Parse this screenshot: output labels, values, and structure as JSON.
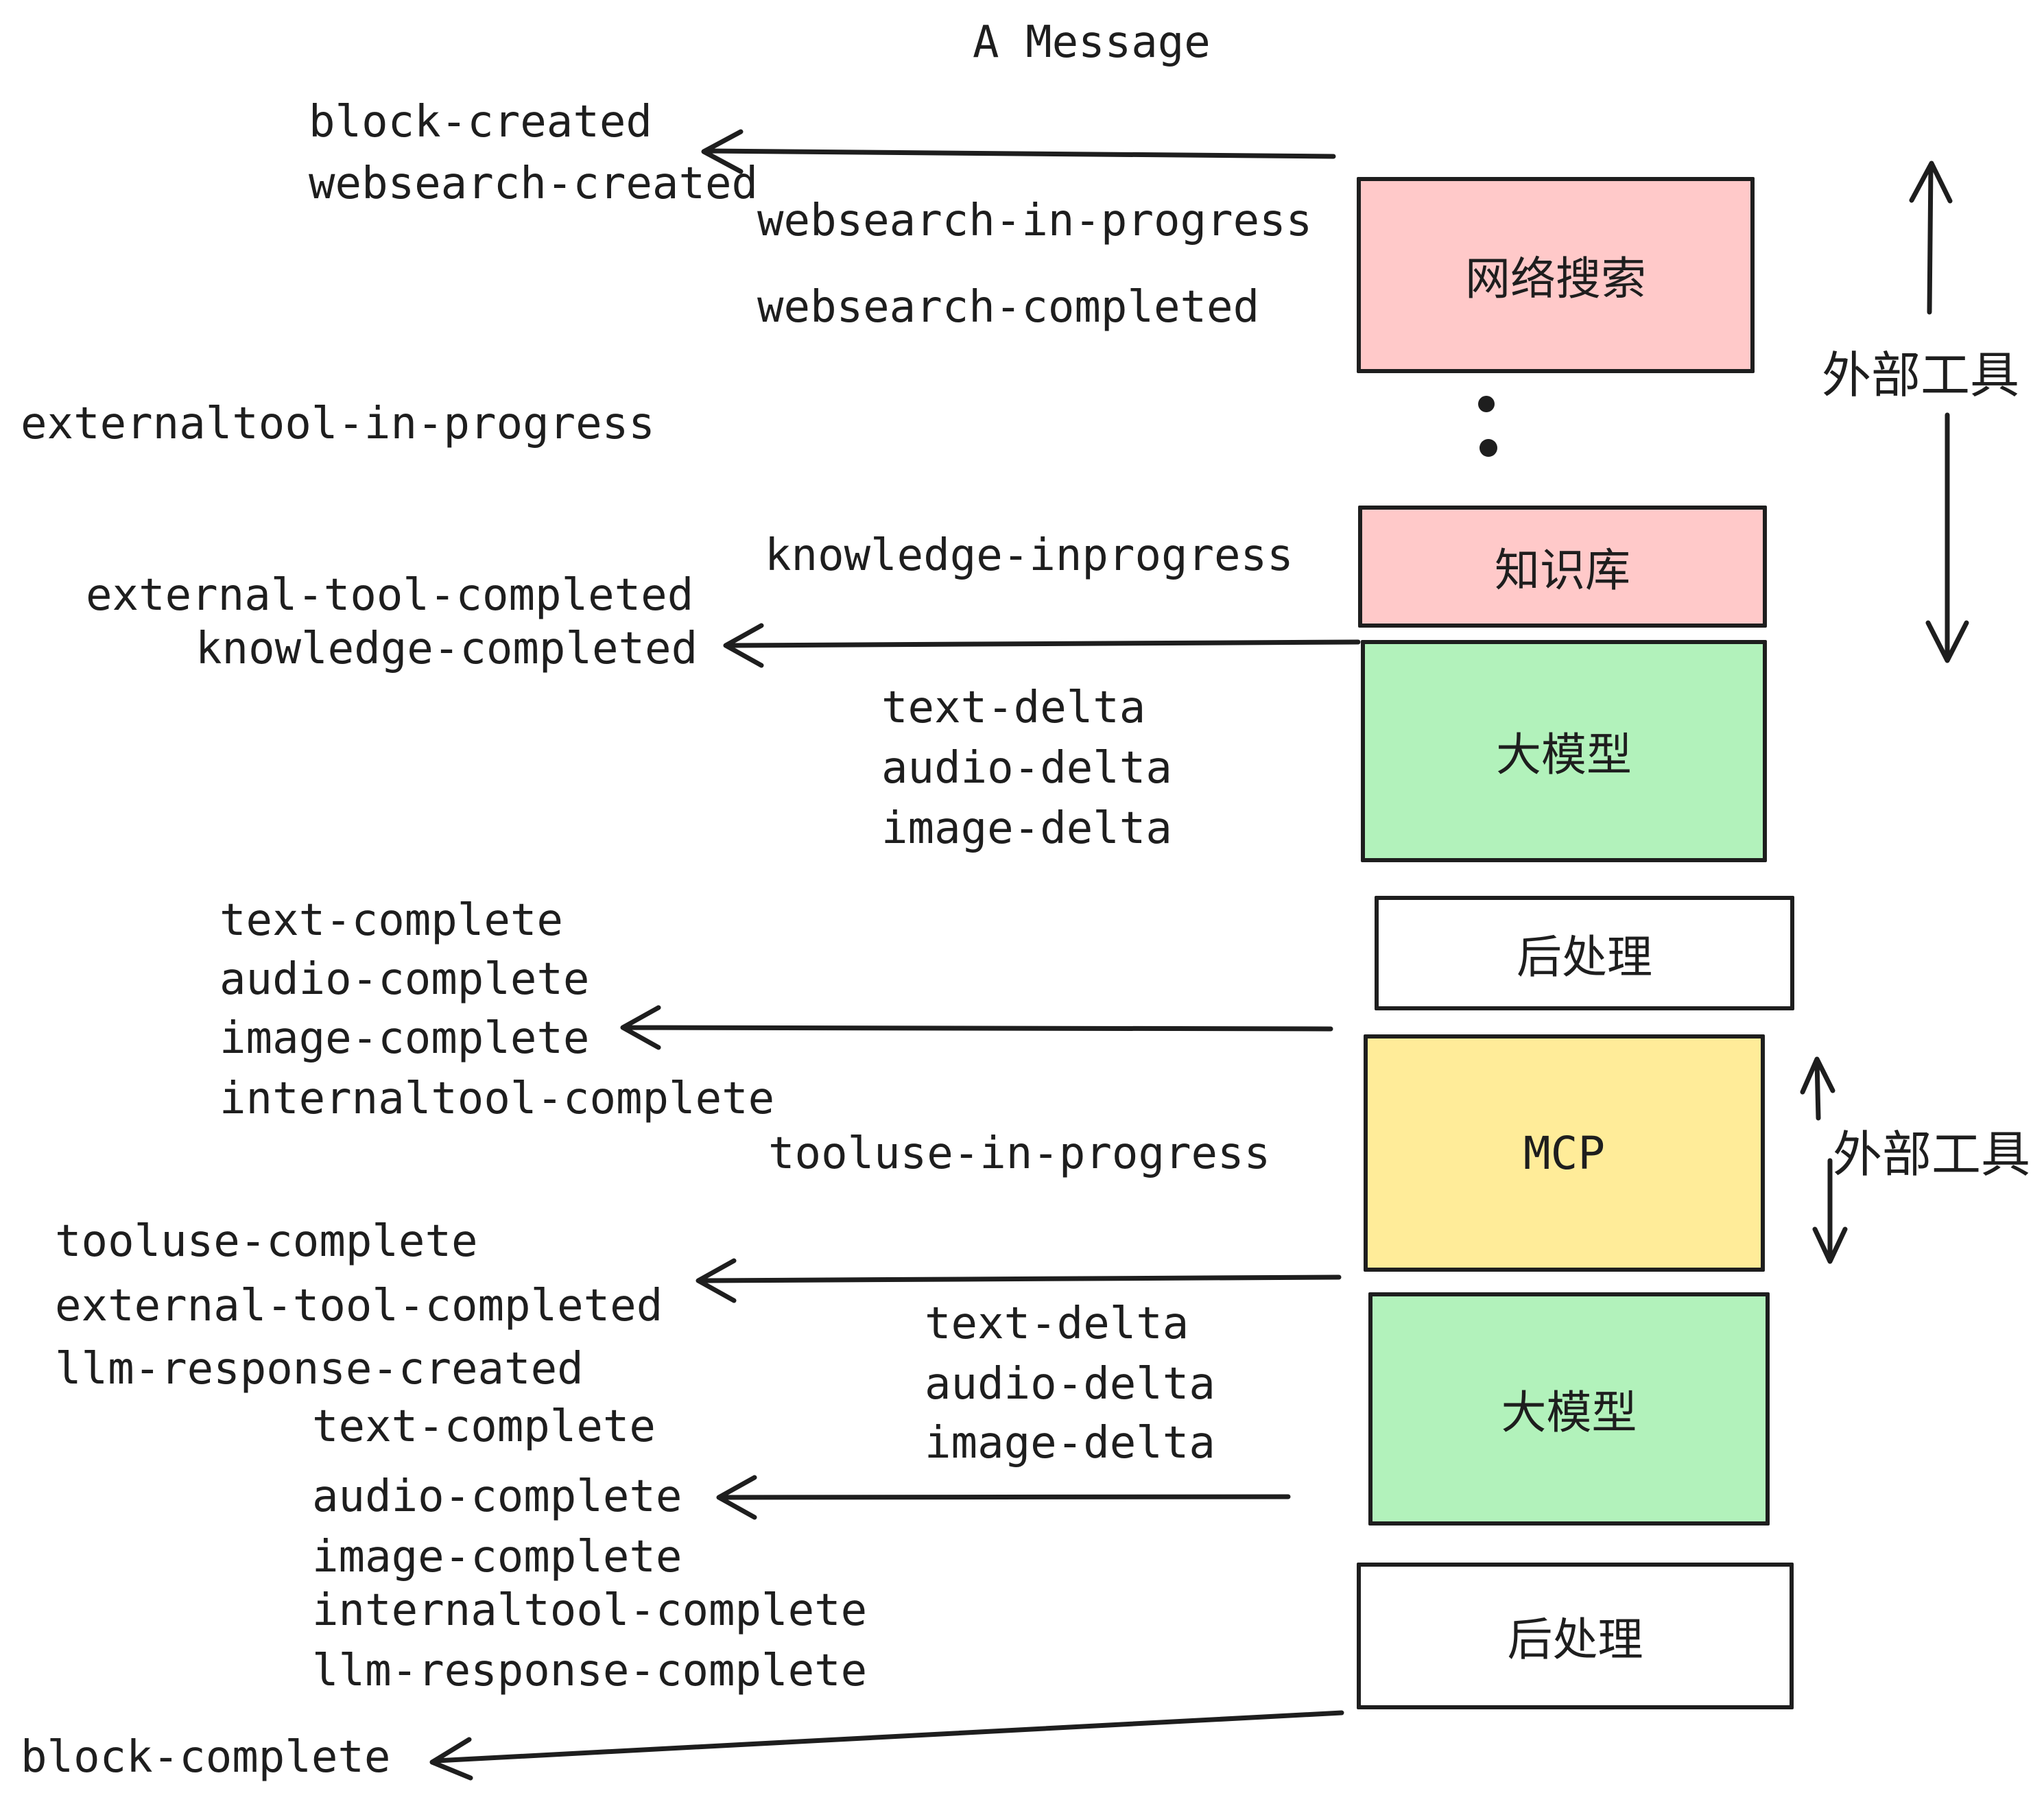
{
  "title": "A Message",
  "events": {
    "block_created": "block-created",
    "websearch_created": "websearch-created",
    "websearch_in_progress": "websearch-in-progress",
    "websearch_completed": "websearch-completed",
    "externaltool_in_progress": "externaltool-in-progress",
    "knowledge_inprogress": "knowledge-inprogress",
    "external_tool_completed": "external-tool-completed",
    "knowledge_completed": "knowledge-completed",
    "text_delta": "text-delta",
    "audio_delta": "audio-delta",
    "image_delta": "image-delta",
    "text_complete": "text-complete",
    "audio_complete": "audio-complete",
    "image_complete": "image-complete",
    "internaltool_complete": "internaltool-complete",
    "tooluse_in_progress": "tooluse-in-progress",
    "tooluse_complete": "tooluse-complete",
    "llm_response_created": "llm-response-created",
    "llm_response_complete": "llm-response-complete",
    "block_complete": "block-complete"
  },
  "boxes": {
    "websearch": {
      "label": "网络搜索",
      "fill": "#ffc9c9"
    },
    "knowledge": {
      "label": "知识库",
      "fill": "#ffc9c9"
    },
    "llm_top": {
      "label": "大模型",
      "fill": "#b2f2bb"
    },
    "post_top": {
      "label": "后处理",
      "fill": "#ffffff"
    },
    "mcp": {
      "label": "MCP",
      "fill": "#ffec99"
    },
    "llm_bottom": {
      "label": "大模型",
      "fill": "#b2f2bb"
    },
    "post_bottom": {
      "label": "后处理",
      "fill": "#ffffff"
    }
  },
  "annotations": {
    "external_tools_top": "外部工具",
    "external_tools_mid": "外部工具"
  },
  "colors": {
    "stroke": "#1e1e1e",
    "pink": "#ffc9c9",
    "green": "#b2f2bb",
    "yellow": "#ffec99",
    "background": "#ffffff"
  }
}
